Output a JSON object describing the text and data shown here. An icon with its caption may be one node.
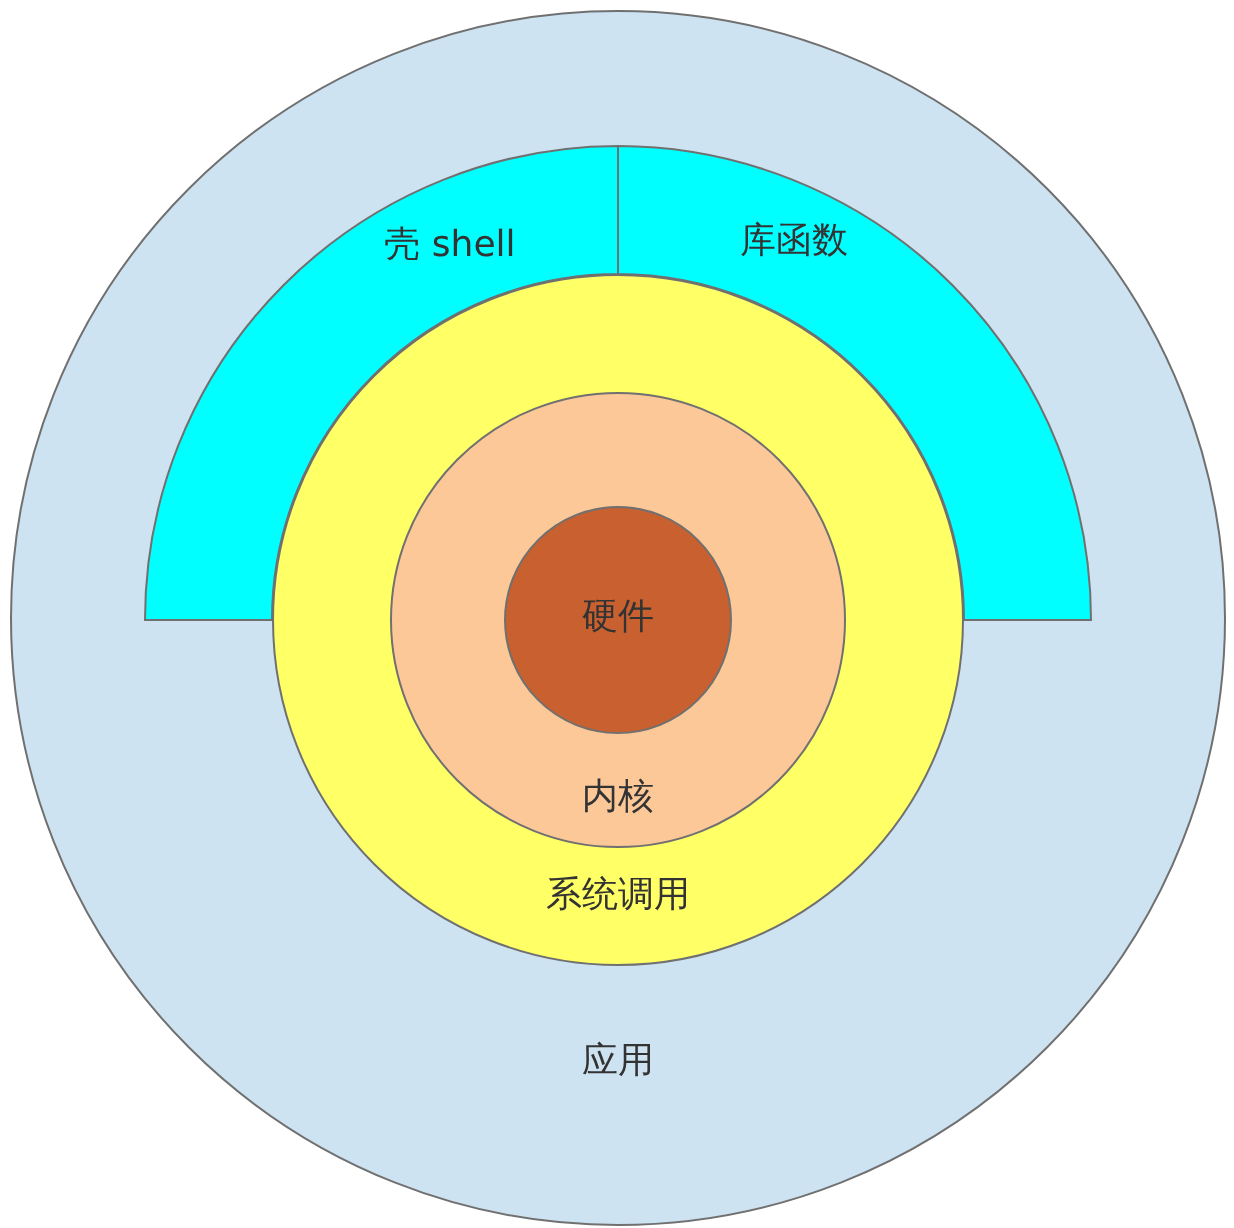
{
  "diagram": {
    "nodes": [
      {
        "text": [
          "应用"
        ]
      },
      {
        "text": [
          "壳 shell"
        ],
        "in": 0
      },
      {
        "text": [
          "库函数"
        ],
        "in": 0
      },
      {
        "text": [
          "系统调用"
        ],
        "in": 0
      },
      {
        "text": [
          "内核"
        ],
        "in": 3
      },
      {
        "text": [
          "硬件"
        ],
        "in": 4
      }
    ]
  }
}
